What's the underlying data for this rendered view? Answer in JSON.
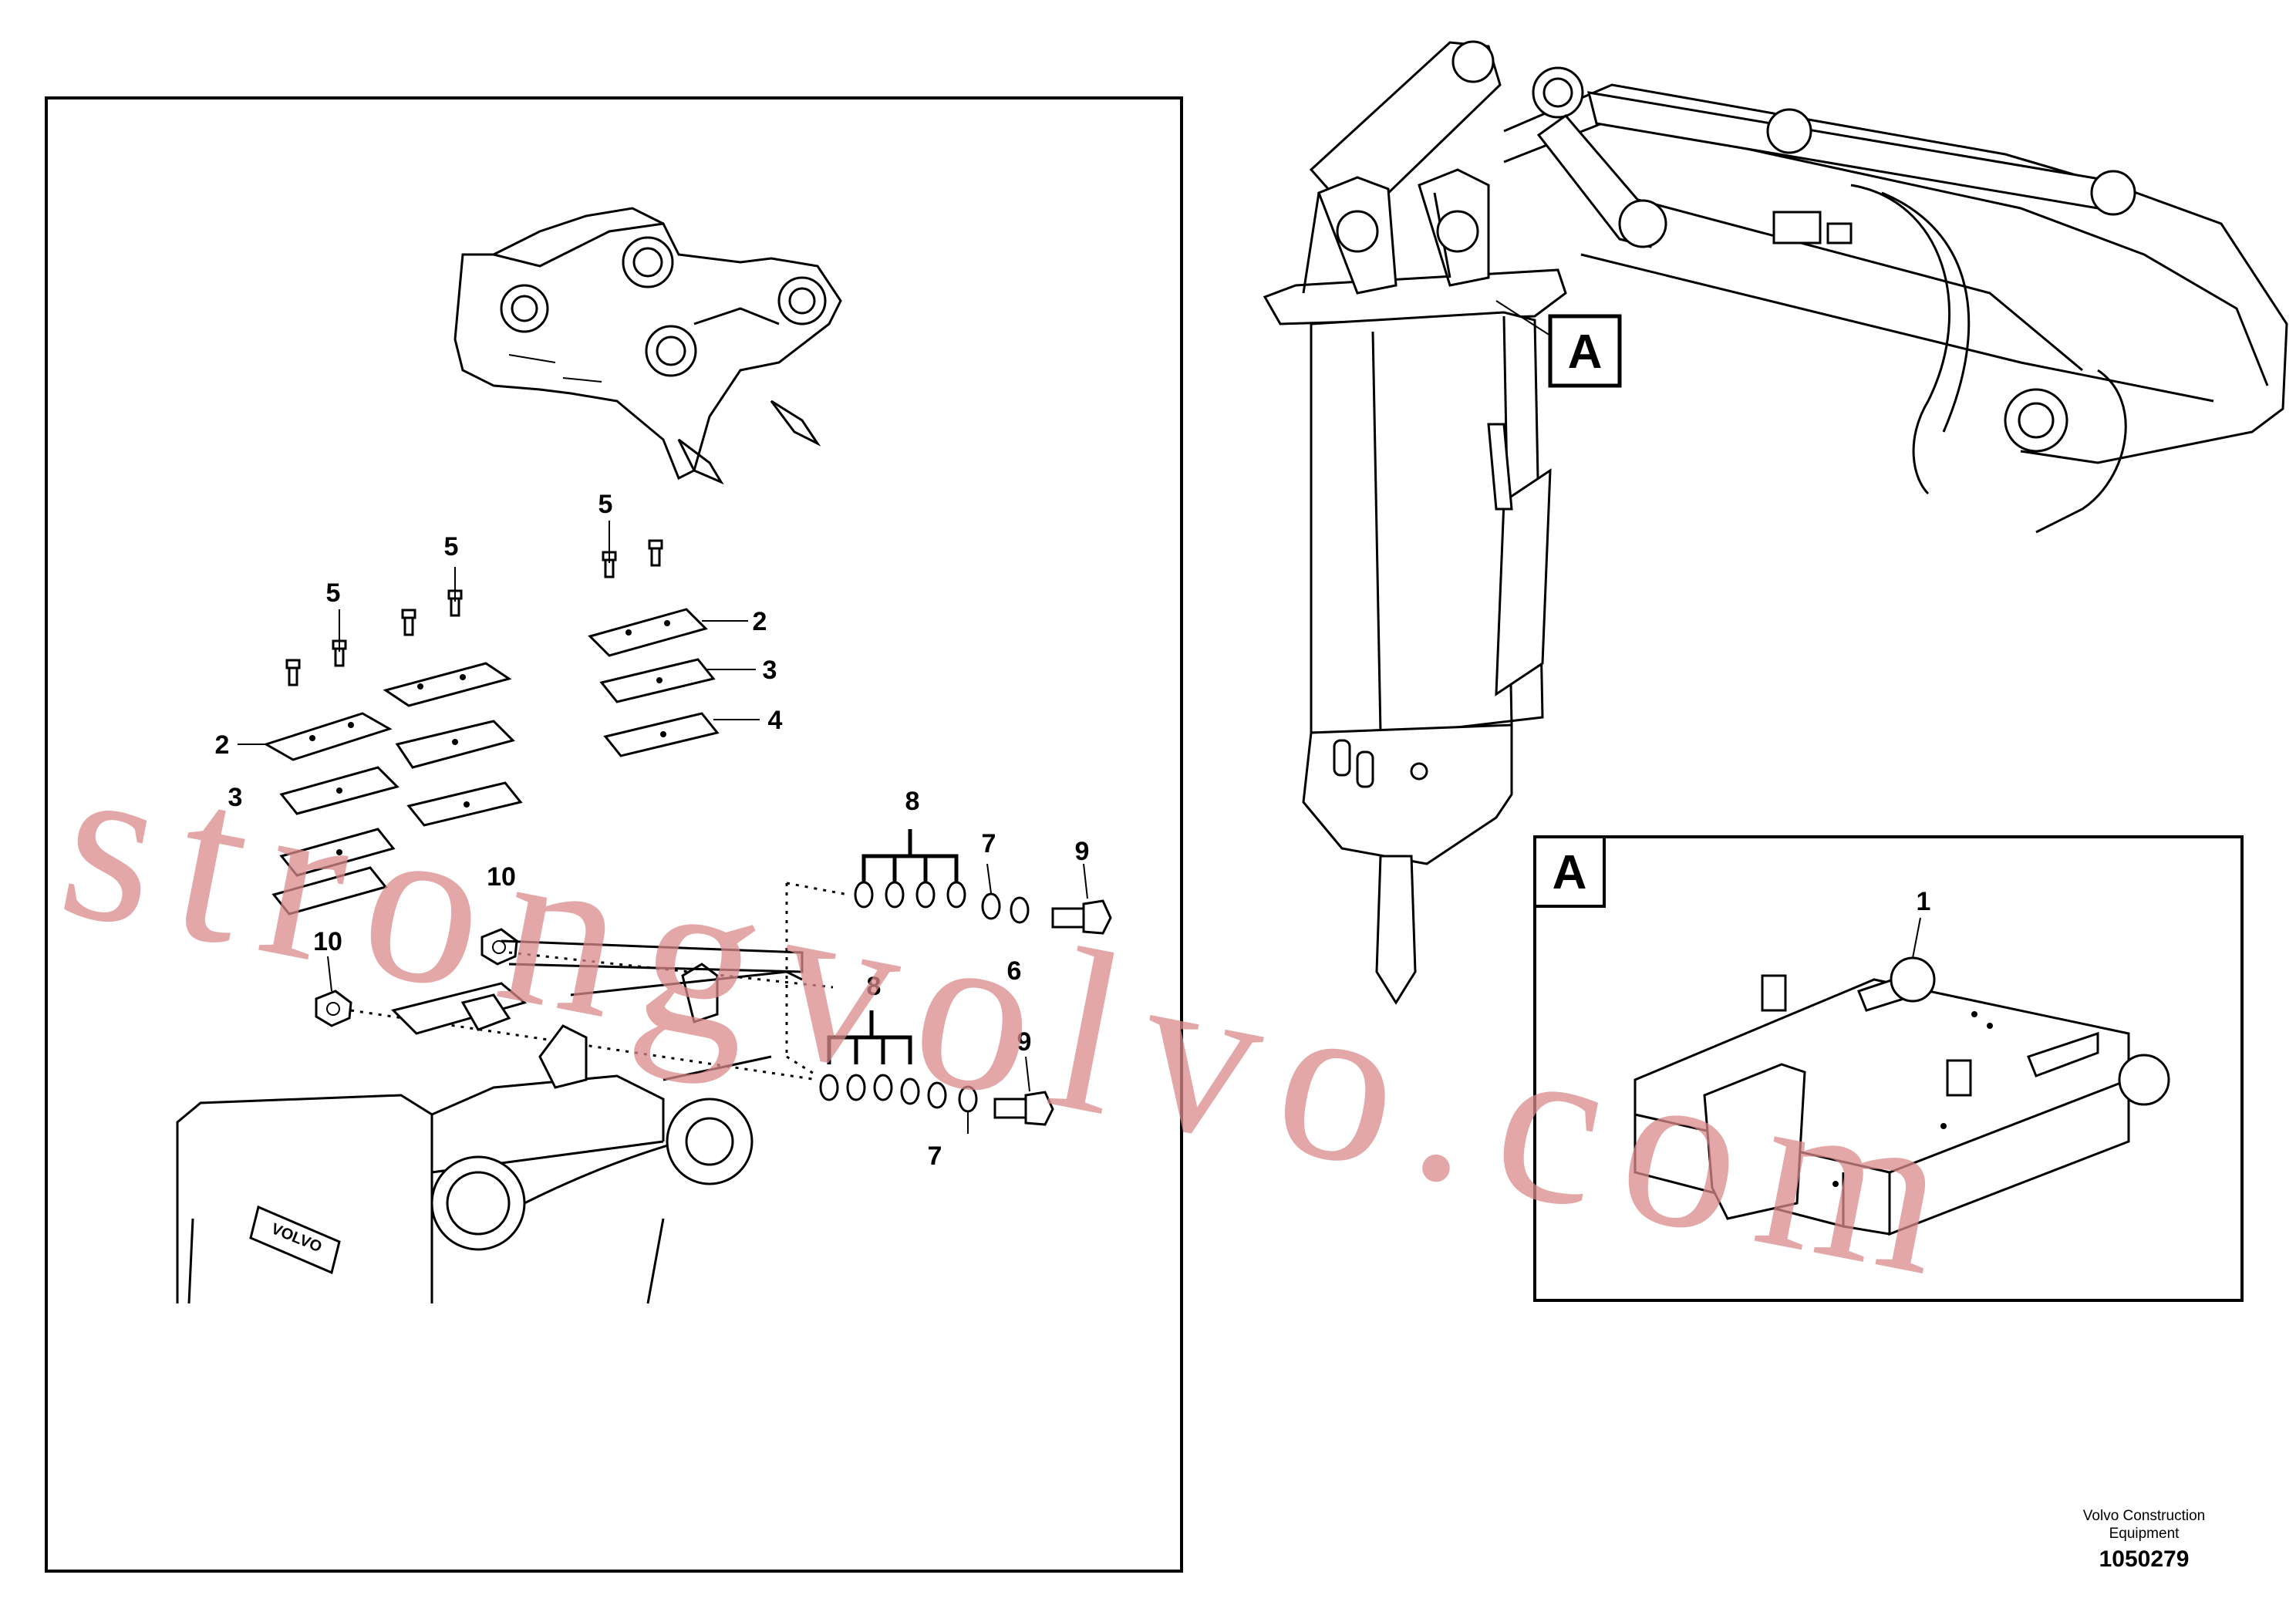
{
  "callouts": {
    "c1": "1",
    "c2a": "2",
    "c2b": "2",
    "c3a": "3",
    "c3b": "3",
    "c4": "4",
    "c5a": "5",
    "c5b": "5",
    "c5c": "5",
    "c6": "6",
    "c7a": "7",
    "c7b": "7",
    "c8a": "8",
    "c8b": "8",
    "c9a": "9",
    "c9b": "9",
    "c10a": "10",
    "c10b": "10"
  },
  "detail_label": "A",
  "detail_box_label": "A",
  "footer": {
    "company_line1": "Volvo Construction",
    "company_line2": "Equipment",
    "drawing_number": "1050279"
  },
  "watermark": "strongvolvo.com"
}
